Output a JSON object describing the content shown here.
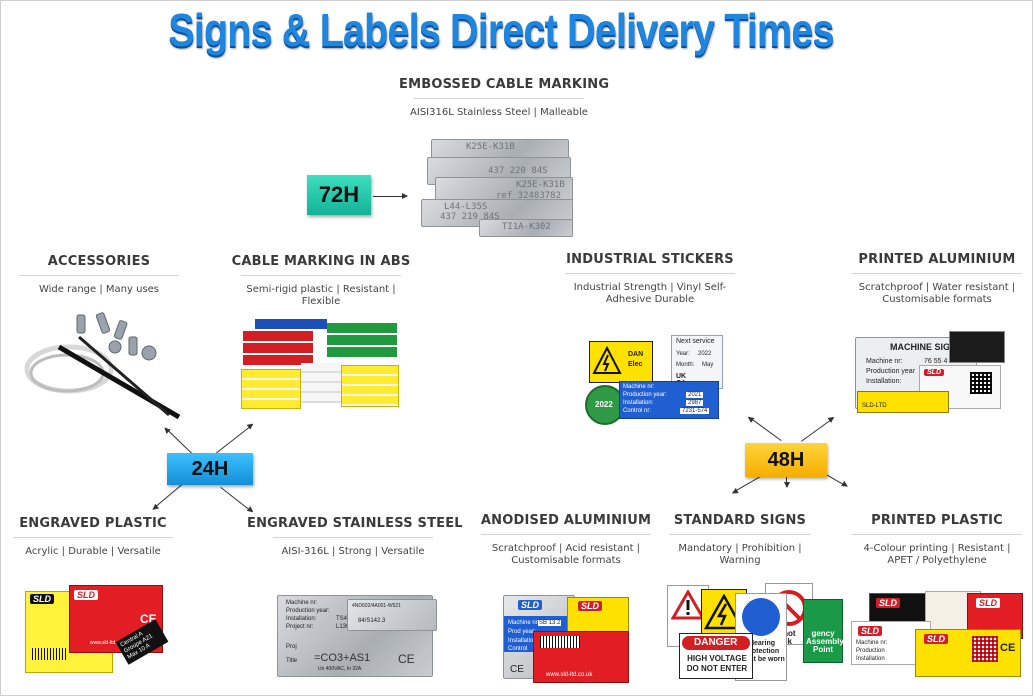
{
  "title": "Signs & Labels Direct Delivery Times",
  "badges": {
    "h72": "72H",
    "h24": "24H",
    "h48": "48H"
  },
  "colors": {
    "title_blue": "#1f86e0",
    "badge_72": "#1fc7a8",
    "badge_24": "#1aa3e8",
    "badge_48": "#ffc20e"
  },
  "sections": {
    "embossed": {
      "heading": "EMBOSSED CABLE MARKING",
      "desc": "AISI316L Stainless Steel | Malleable"
    },
    "accessories": {
      "heading": "ACCESSORIES",
      "desc": "Wide range | Many uses"
    },
    "abs": {
      "heading": "CABLE MARKING IN ABS",
      "desc": "Semi-rigid plastic | Resistant | Flexible"
    },
    "stickers": {
      "heading": "INDUSTRIAL STICKERS",
      "desc": "Industrial Strength | Vinyl Self-Adhesive Durable"
    },
    "printed_alu": {
      "heading": "PRINTED ALUMINIUM",
      "desc": "Scratchproof | Water resistant | Customisable formats"
    },
    "engraved_plastic": {
      "heading": "ENGRAVED PLASTIC",
      "desc": "Acrylic | Durable | Versatile"
    },
    "engraved_steel": {
      "heading": "ENGRAVED STAINLESS STEEL",
      "desc": "AISI-316L | Strong | Versatile"
    },
    "anodised": {
      "heading": "ANODISED ALUMINIUM",
      "desc": "Scratchproof | Acid resistant | Customisable formats"
    },
    "standard_signs": {
      "heading": "STANDARD SIGNS",
      "desc": "Mandatory | Prohibition | Warning"
    },
    "printed_plastic": {
      "heading": "PRINTED PLASTIC",
      "desc": "4-Colour printing | Resistant | APET / Polyethylene"
    }
  },
  "product_text": {
    "embossed_tags": [
      "K25E-K31B",
      "437 220 84S",
      "K25E-K31B",
      "ref 32483782",
      "L44-L35S",
      "437 219 84S",
      "TI1A-K302"
    ],
    "sticker_next_service": "Next service",
    "sticker_year": "Year:",
    "sticker_year_val": "2022",
    "sticker_month": "Month:",
    "sticker_month_val": "May",
    "sticker_ukca": "UK CA",
    "sticker_green_year": "2022",
    "sticker_machine": [
      "Machine nr:",
      "Production year:",
      "Installation:",
      "Control nr:"
    ],
    "sticker_machine_vals": [
      "",
      "2021",
      "2987",
      "7231-574"
    ],
    "sticker_danger": "DAN Elec",
    "alu_machine_sign": "MACHINE SIG",
    "alu_lines": [
      "Machine nr:",
      "Production year",
      "Installation:"
    ],
    "alu_nr": "76 55 4",
    "alu_footer": "SLD-LTD",
    "sld": "SLD",
    "website": "www.sld-ltd.co.uk",
    "engraved_central": "Central A Groupe A21 Max 10 A",
    "steel_text": "=CO3+AS1",
    "steel_small": "Un 400VAC, In 32A",
    "steel_lines": [
      "Machine nr:",
      "Production year:",
      "Installation:",
      "Project nr:"
    ],
    "steel_vals": [
      "",
      "TS4",
      "L130"
    ],
    "steel_plate2": "4ND602/4A001-W521",
    "steel_plate2b": "84/S142.3",
    "steel_title": "Title",
    "steel_proj": "Proj",
    "anod_lines": [
      "Machine nr:",
      "Prod year:",
      "Installation:",
      "Control"
    ],
    "anod_val": "SB 13 2",
    "sign_danger": "DANGER",
    "sign_high_voltage": "HIGH VOLTAGE DO NOT ENTER",
    "sign_hearing": "Hearing protection must be worn",
    "sign_do_not_block": "o not lock",
    "sign_assembly": "gency Assembly Point",
    "plastic_lines": [
      "Machine nr:",
      "Production",
      "Installation"
    ]
  }
}
